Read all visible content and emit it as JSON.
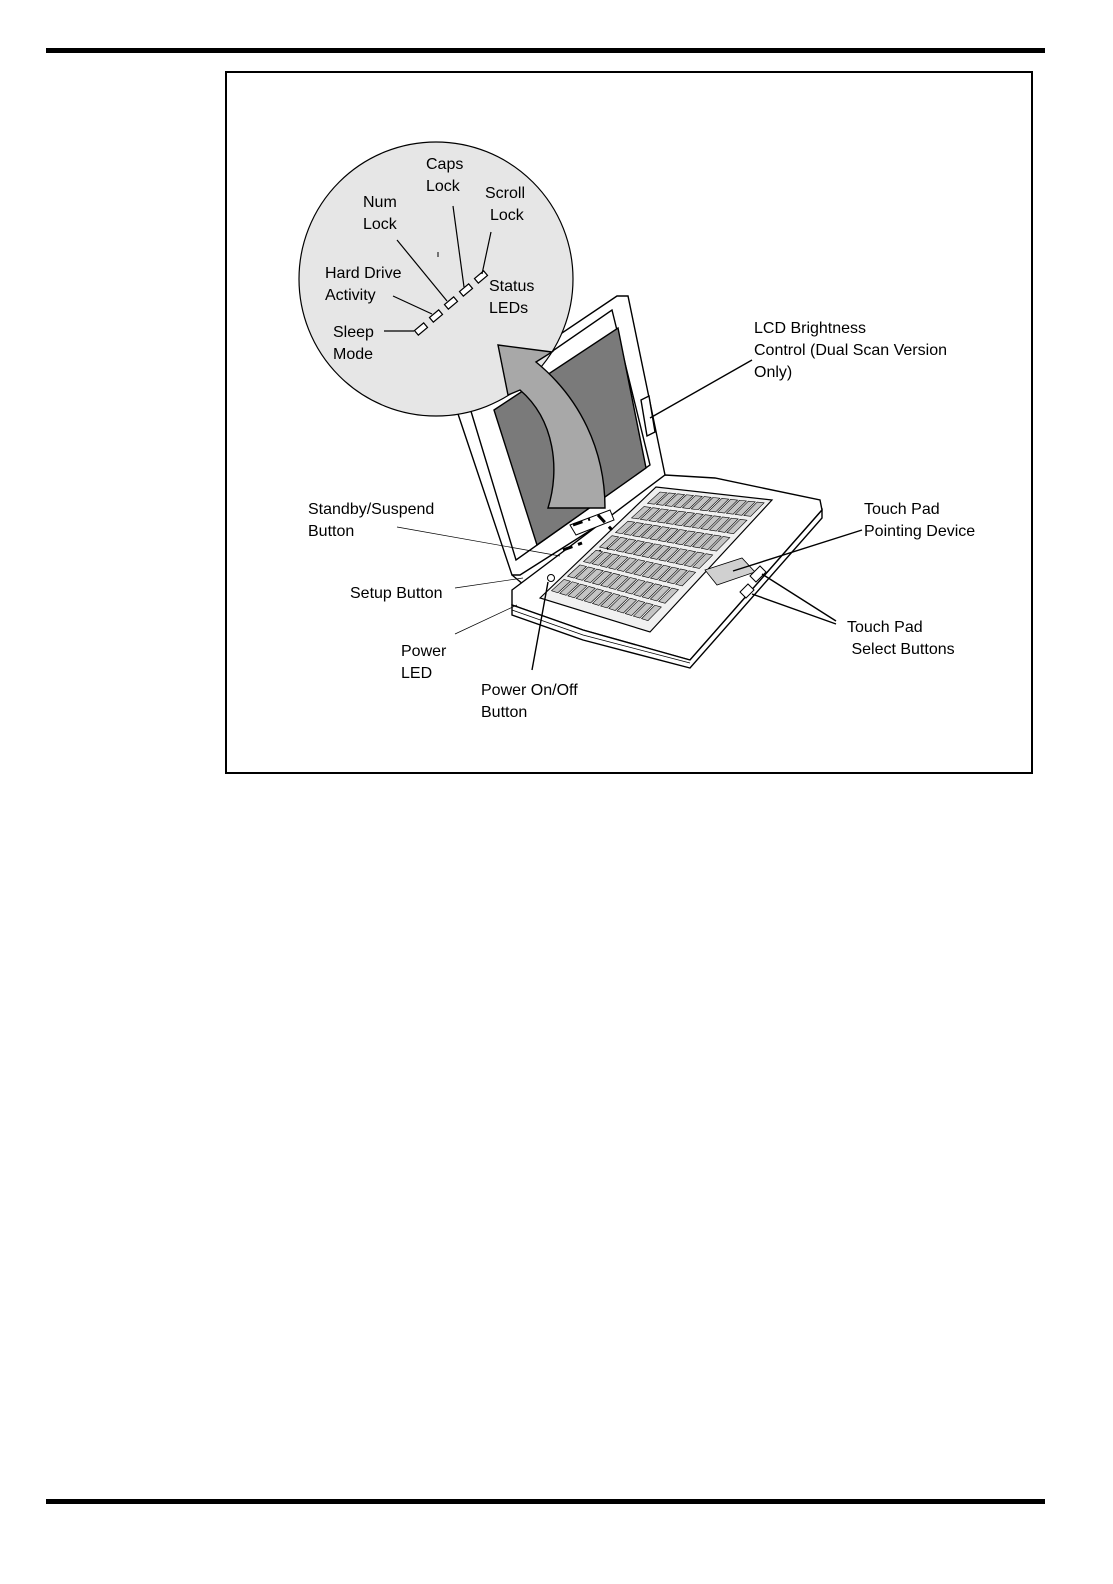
{
  "labels": {
    "caps_lock": [
      "Caps",
      "Lock"
    ],
    "num_lock": [
      "Num",
      "Lock"
    ],
    "scroll_lock": [
      "Scroll",
      "Lock"
    ],
    "hard_drive_activity": [
      "Hard Drive",
      "Activity"
    ],
    "status_leds": [
      "Status",
      "LEDs"
    ],
    "sleep_mode": [
      "Sleep",
      "Mode"
    ],
    "lcd_brightness": [
      "LCD Brightness",
      "Control (Dual Scan Version",
      "Only)"
    ],
    "standby_suspend": [
      "Standby/Suspend",
      "Button"
    ],
    "touch_pad_pointing": [
      "Touch Pad",
      "Pointing Device"
    ],
    "setup_button": [
      "Setup Button"
    ],
    "touch_pad_select": [
      "Touch Pad",
      " Select Buttons"
    ],
    "power_led": [
      "Power",
      "LED"
    ],
    "power_on_off": [
      "Power On/Off",
      "Button"
    ]
  },
  "colors": {
    "inset_fill": "#e6e6e6",
    "screen_fill": "#7a7a7a",
    "arrow_fill": "#a8a8a8",
    "line": "#000000"
  }
}
